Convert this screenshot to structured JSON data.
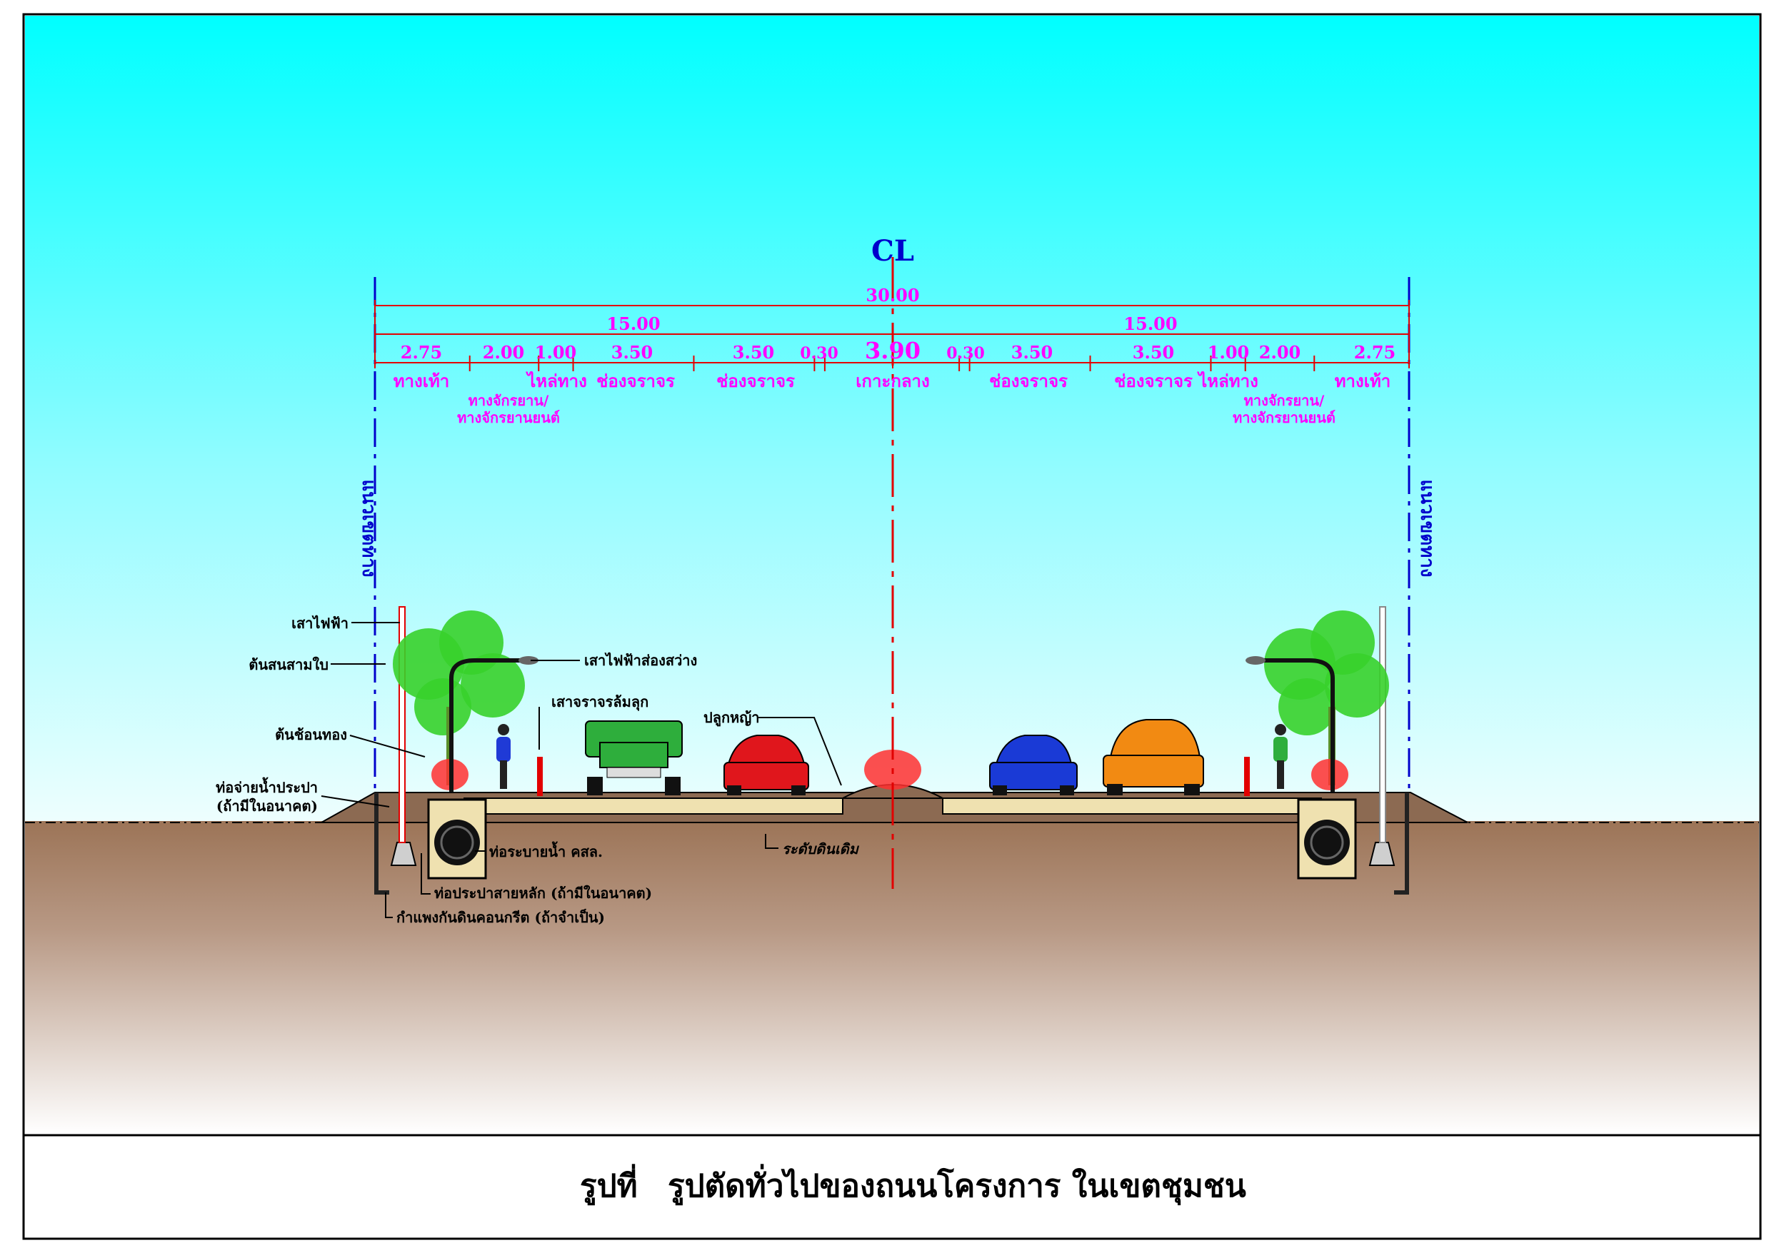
{
  "diagram": {
    "centerline_mark": "CL",
    "total_width": "30.00",
    "half_left": "15.00",
    "half_right": "15.00",
    "left_dims": [
      {
        "value": "2.75",
        "label": "ทางเท้า"
      },
      {
        "value": "2.00",
        "label": "ทางจักรยาน/",
        "label2": "ทางจักรยานยนต์"
      },
      {
        "value": "1.00",
        "label": "ไหล่ทาง"
      },
      {
        "value": "3.50",
        "label": "ช่องจราจร"
      },
      {
        "value": "3.50",
        "label": "ช่องจราจร"
      },
      {
        "value": "0.30",
        "label": ""
      }
    ],
    "median": {
      "value": "3.90",
      "label": "เกาะกลาง"
    },
    "right_dims": [
      {
        "value": "0.30",
        "label": ""
      },
      {
        "value": "3.50",
        "label": "ช่องจราจร"
      },
      {
        "value": "3.50",
        "label": "ช่องจราจร"
      },
      {
        "value": "1.00",
        "label": "ไหล่ทาง"
      },
      {
        "value": "2.00",
        "label": "ทางจักรยาน/",
        "label2": "ทางจักรยานยนต์"
      },
      {
        "value": "2.75",
        "label": "ทางเท้า"
      }
    ],
    "row_label": "แนวเขตทาง",
    "annotations": {
      "power_pole": "เสาไฟฟ้า",
      "pine_tree": "ต้นสนสามใบ",
      "golden_tree": "ต้นช้อนทอง",
      "water_pipe_1": "ท่อจ่ายน้ำประปา",
      "water_pipe_2": "(ถ้ามีในอนาคต)",
      "street_light": "เสาไฟฟ้าส่องสว่าง",
      "bollard": "เสาจราจรล้มลุก",
      "grass": "ปลูกหญ้า",
      "drain": "ท่อระบายน้ำ คสล.",
      "ground_level": "ระดับดินเดิม",
      "main_pipe": "ท่อประปาสายหลัก (ถ้ามีในอนาคต)",
      "retaining_wall": "กำแพงกันดินคอนกรีต (ถ้าจำเป็น)"
    },
    "caption_prefix": "รูปที่",
    "caption": "รูปตัดทั่วไปของถนนโครงการ ในเขตชุมชน",
    "colors": {
      "sky_top": "#00ffff",
      "sky_bottom": "#f2ffff",
      "soil": "#a47c5e",
      "dimension": "#ff00ff",
      "dim_line": "#ff0000",
      "row_line": "#0000cc",
      "car_green": "#2eae3c",
      "car_red": "#e0161c",
      "car_blue": "#1a3ad6",
      "car_orange": "#f28a12",
      "tree": "#37d12b"
    }
  }
}
